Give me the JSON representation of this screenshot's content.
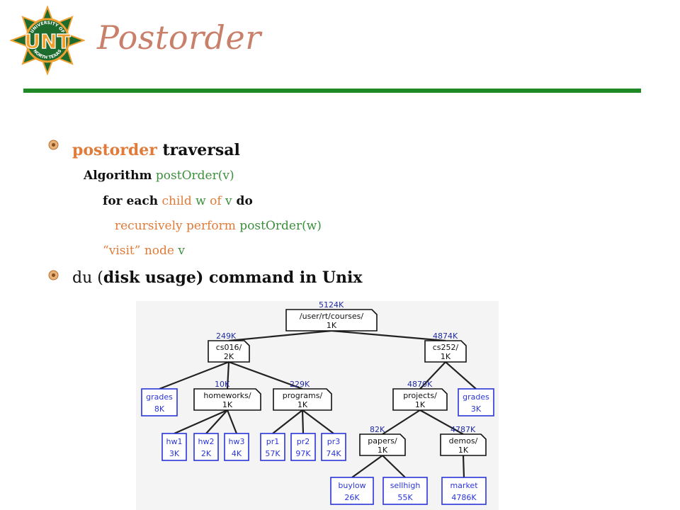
{
  "logo": {
    "text": "UNT",
    "ring_top": "UNIVERSITY OF",
    "ring_bottom": "NORTH TEXAS"
  },
  "title": "Postorder",
  "bullets": [
    {
      "orange": "postorder",
      "rest": " traversal"
    },
    {
      "plain": "du (",
      "bold": "disk usage) command in Unix"
    }
  ],
  "algorithm": {
    "keyword": "Algorithm",
    "name": " postOrder(v)",
    "for_kw": "for each",
    "child": " child",
    "w": " w",
    "of": " of",
    "v": " v",
    "do": " do",
    "rec": "recursively perform",
    "rec_call": " postOrder(w)",
    "visit": "“visit” node",
    "visit_v": " v"
  },
  "tree": {
    "nodes": [
      {
        "id": "root",
        "kind": "folder",
        "name": "/user/rt/courses/",
        "size": "1K",
        "total": "5124K"
      },
      {
        "id": "cs016",
        "kind": "folder",
        "name": "cs016/",
        "size": "2K",
        "total": "249K"
      },
      {
        "id": "cs252",
        "kind": "folder",
        "name": "cs252/",
        "size": "1K",
        "total": "4874K"
      },
      {
        "id": "grades1",
        "kind": "file",
        "name": "grades",
        "size": "8K"
      },
      {
        "id": "homeworks",
        "kind": "folder",
        "name": "homeworks/",
        "size": "1K",
        "total": "10K"
      },
      {
        "id": "programs",
        "kind": "folder",
        "name": "programs/",
        "size": "1K",
        "total": "229K"
      },
      {
        "id": "projects",
        "kind": "folder",
        "name": "projects/",
        "size": "1K",
        "total": "4870K"
      },
      {
        "id": "grades2",
        "kind": "file",
        "name": "grades",
        "size": "3K"
      },
      {
        "id": "hw1",
        "kind": "file",
        "name": "hw1",
        "size": "3K"
      },
      {
        "id": "hw2",
        "kind": "file",
        "name": "hw2",
        "size": "2K"
      },
      {
        "id": "hw3",
        "kind": "file",
        "name": "hw3",
        "size": "4K"
      },
      {
        "id": "pr1",
        "kind": "file",
        "name": "pr1",
        "size": "57K"
      },
      {
        "id": "pr2",
        "kind": "file",
        "name": "pr2",
        "size": "97K"
      },
      {
        "id": "pr3",
        "kind": "file",
        "name": "pr3",
        "size": "74K"
      },
      {
        "id": "papers",
        "kind": "folder",
        "name": "papers/",
        "size": "1K",
        "total": "82K"
      },
      {
        "id": "demos",
        "kind": "folder",
        "name": "demos/",
        "size": "1K",
        "total": "4787K"
      },
      {
        "id": "buylow",
        "kind": "file",
        "name": "buylow",
        "size": "26K"
      },
      {
        "id": "sellhigh",
        "kind": "file",
        "name": "sellhigh",
        "size": "55K"
      },
      {
        "id": "market",
        "kind": "file",
        "name": "market",
        "size": "4786K"
      }
    ],
    "edges": [
      [
        "root",
        "cs016"
      ],
      [
        "root",
        "cs252"
      ],
      [
        "cs016",
        "grades1"
      ],
      [
        "cs016",
        "homeworks"
      ],
      [
        "cs016",
        "programs"
      ],
      [
        "cs252",
        "projects"
      ],
      [
        "cs252",
        "grades2"
      ],
      [
        "homeworks",
        "hw1"
      ],
      [
        "homeworks",
        "hw2"
      ],
      [
        "homeworks",
        "hw3"
      ],
      [
        "programs",
        "pr1"
      ],
      [
        "programs",
        "pr2"
      ],
      [
        "programs",
        "pr3"
      ],
      [
        "projects",
        "papers"
      ],
      [
        "projects",
        "demos"
      ],
      [
        "papers",
        "buylow"
      ],
      [
        "papers",
        "sellhigh"
      ],
      [
        "demos",
        "market"
      ]
    ]
  },
  "colors": {
    "title": "#c8806a",
    "rule": "#1f8a24",
    "orange": "#e07b39",
    "green": "#3c8f3c",
    "file_box": "#2a35d8",
    "total_label": "#1f2aa6"
  }
}
